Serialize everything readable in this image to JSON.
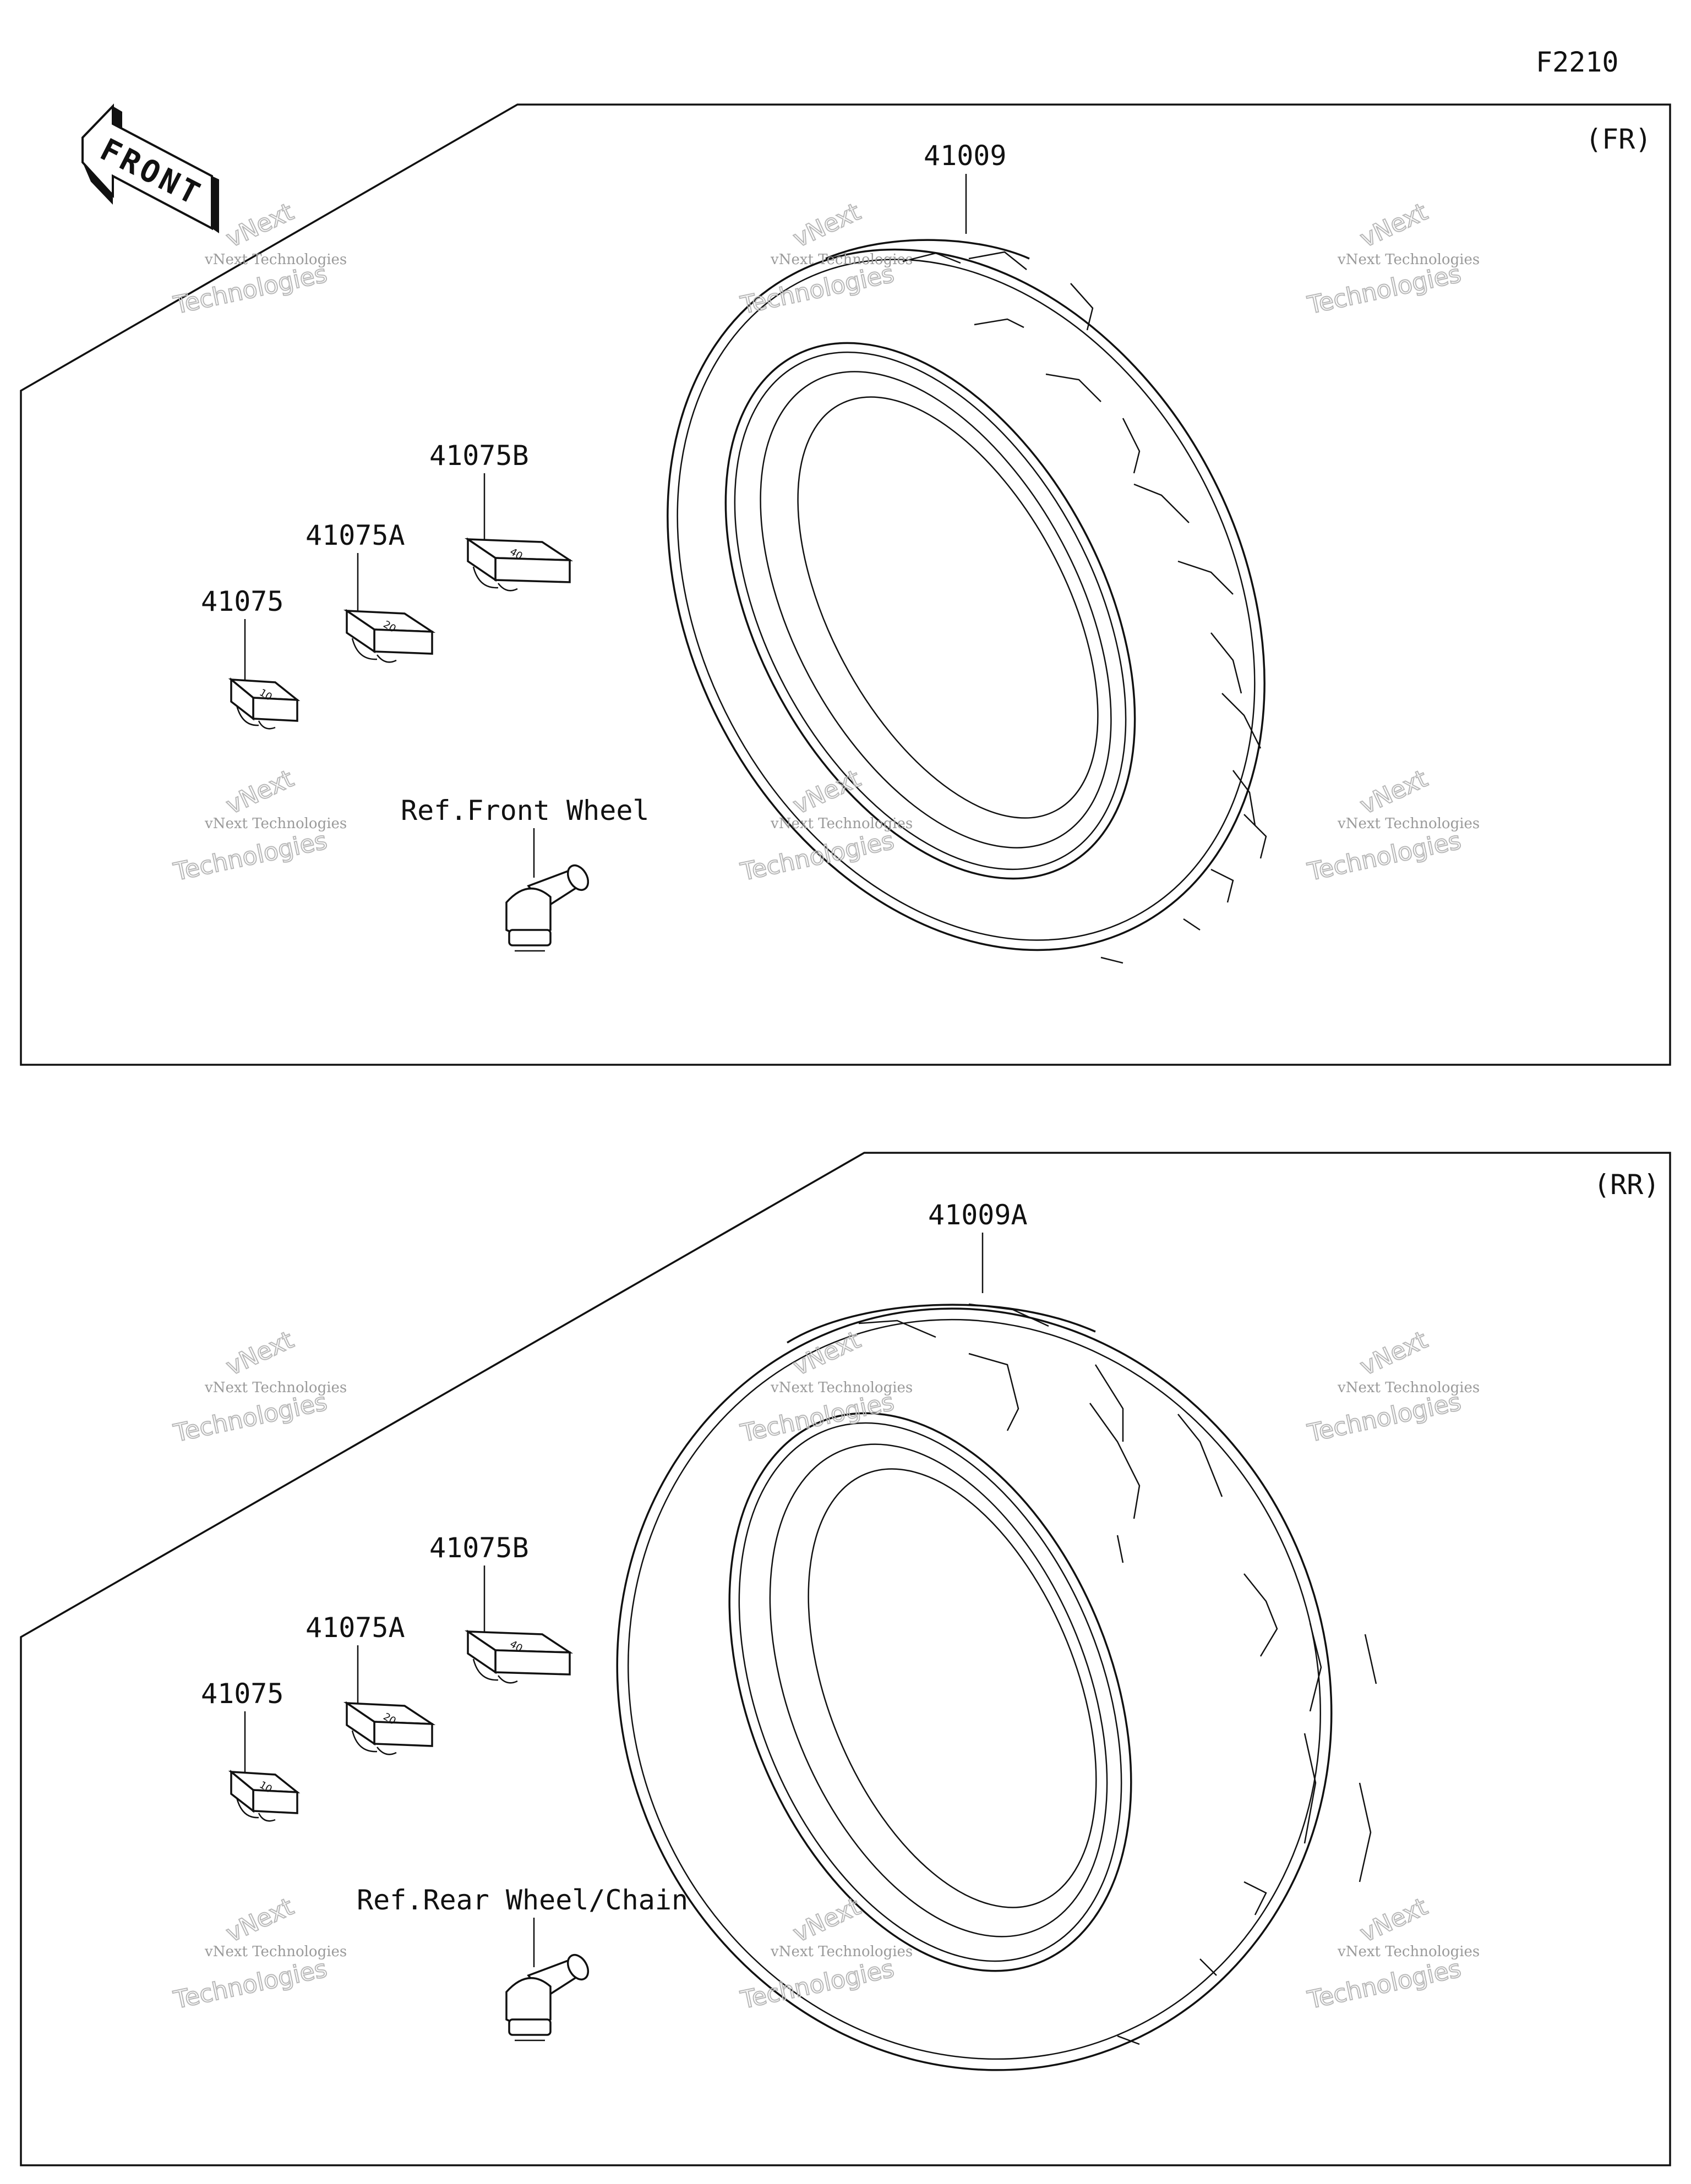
{
  "figure_code": "F2210",
  "front_arrow_text": "FRONT",
  "watermark": {
    "small": "vNext Technologies",
    "big_top": "vNext",
    "big_bottom": "Technologies"
  },
  "panels": [
    {
      "id": "front",
      "position_label": "(FR)",
      "tire_part": "41009",
      "weights": [
        "41075",
        "41075A",
        "41075B"
      ],
      "weight_marks": [
        "10",
        "20",
        "40"
      ],
      "valve_ref": "Ref.Front Wheel"
    },
    {
      "id": "rear",
      "position_label": "(RR)",
      "tire_part": "41009A",
      "weights": [
        "41075",
        "41075A",
        "41075B"
      ],
      "weight_marks": [
        "10",
        "20",
        "40"
      ],
      "valve_ref": "Ref.Rear Wheel/Chain"
    }
  ]
}
